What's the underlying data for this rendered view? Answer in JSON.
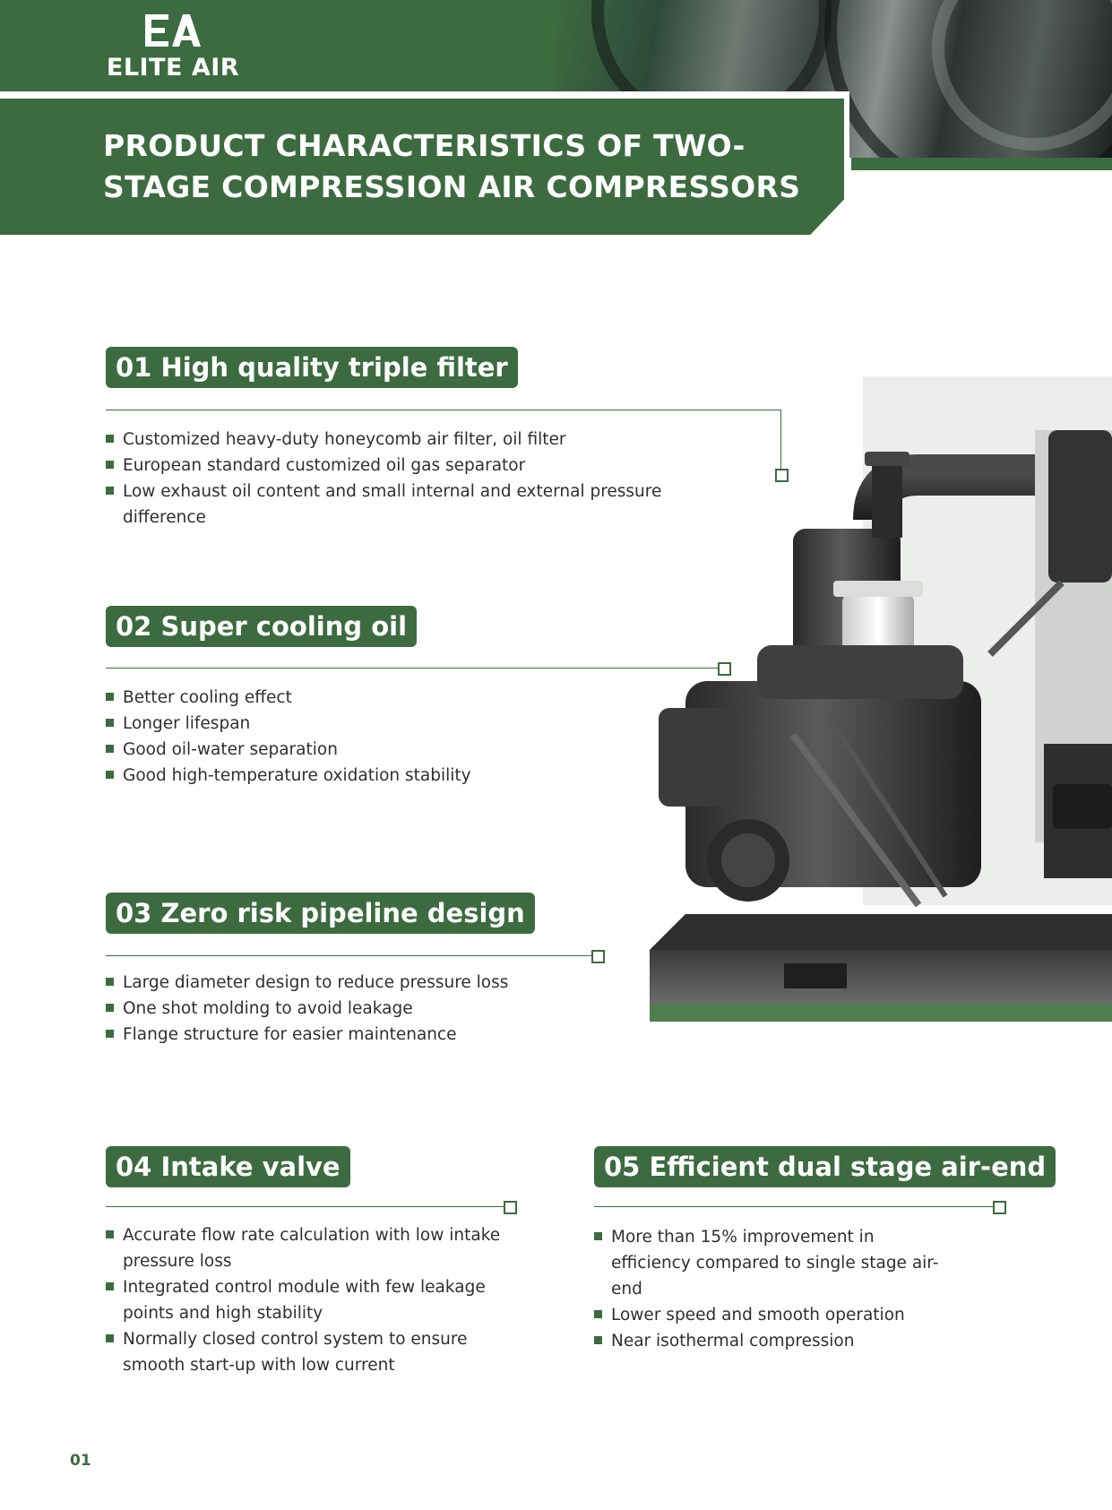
{
  "brand": {
    "logo_mark": "EA",
    "name": "ELITE AIR"
  },
  "title": "PRODUCT CHARACTERISTICS OF TWO-STAGE COMPRESSION AIR COMPRESSORS",
  "sections": [
    {
      "tag": "01 High quality triple filter",
      "bullets": [
        "Customized heavy-duty honeycomb air filter, oil filter",
        "European standard customized oil gas separator",
        "Low exhaust oil content and small internal and external pressure difference"
      ]
    },
    {
      "tag": "02 Super cooling oil",
      "bullets": [
        "Better cooling effect",
        "Longer lifespan",
        "Good oil-water separation",
        "Good high-temperature oxidation stability"
      ]
    },
    {
      "tag": "03 Zero risk pipeline design",
      "bullets": [
        "Large diameter design to reduce pressure loss",
        "One shot molding to avoid leakage",
        "Flange structure for easier maintenance"
      ]
    },
    {
      "tag": "04 Intake valve",
      "bullets": [
        "Accurate flow rate calculation with low intake pressure loss",
        "Integrated control module with few leakage points and high stability",
        "Normally closed control system to ensure smooth start-up with low current"
      ]
    },
    {
      "tag": "05 Efficient dual stage air-end",
      "bullets": [
        "More than 15% improvement in efficiency compared to single stage air-end",
        "Lower speed and smooth operation",
        "Near isothermal compression"
      ]
    }
  ],
  "page_number": "01"
}
